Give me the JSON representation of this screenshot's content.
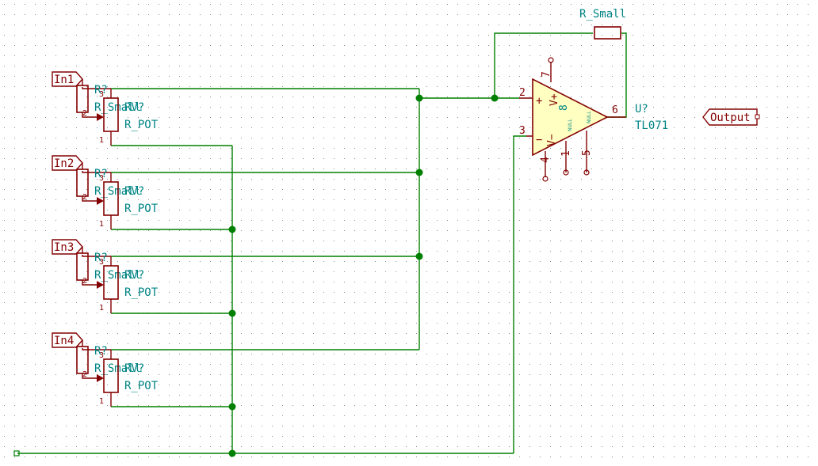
{
  "inputs": [
    "In1",
    "In2",
    "In3",
    "In4"
  ],
  "input_resistor": {
    "ref": "R?",
    "value": "R_Small",
    "pin1": "1",
    "pin2": "2"
  },
  "potentiometer": {
    "ref": "RV?",
    "value": "R_POT",
    "pin1": "1",
    "pin2": "2",
    "pin3": "3"
  },
  "feedback_resistor": {
    "value": "R_Small"
  },
  "opamp": {
    "ref": "U?",
    "value": "TL071",
    "pins": {
      "noninv": "2",
      "inv": "3",
      "out": "6",
      "vplus": "7",
      "vminus": "4",
      "null1": "1",
      "null2": "5"
    },
    "plus_sign": "+",
    "minus_sign": "−",
    "vplus_label": "V+",
    "vminus_label": "V−",
    "pin8": "8",
    "null_label": "NULL"
  },
  "output_label": "Output",
  "colors": {
    "wire": "#008000",
    "component": "#840000",
    "text": "#008484",
    "opamp_fill": "#ffffc2",
    "grid": "#8a8a8a"
  }
}
